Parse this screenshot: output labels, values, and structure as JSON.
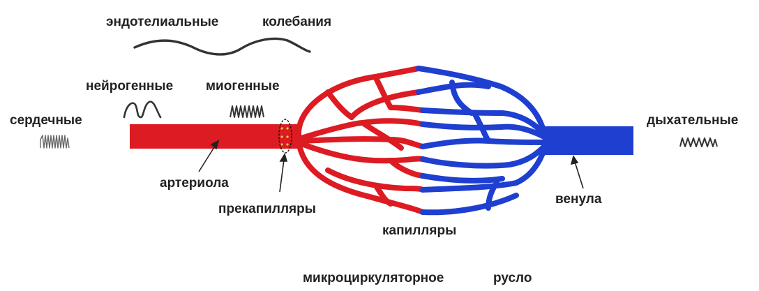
{
  "labels": {
    "endothelial": "эндотелиальные",
    "oscillations": "колебания",
    "neurogenic": "нейрогенные",
    "myogenic": "миогенные",
    "cardiac": "сердечные",
    "respiratory": "дыхательные",
    "arteriole": "артериола",
    "precapillaries": "прекапилляры",
    "capillaries": "капилляры",
    "venule": "венула",
    "microvascular": "микроциркуляторное",
    "bed": "русло"
  },
  "colors": {
    "arterial": "#dd1b22",
    "venous": "#1e3fd0",
    "wave": "#333333",
    "text": "#222222"
  },
  "icons": [
    "slow-wave-icon",
    "neurogenic-wave-icon",
    "myogenic-wave-icon",
    "cardiac-wave-icon",
    "respiratory-wave-icon"
  ]
}
